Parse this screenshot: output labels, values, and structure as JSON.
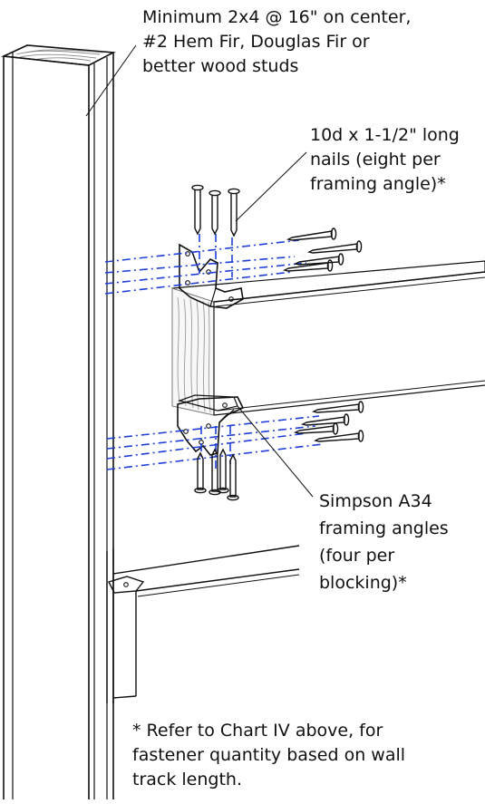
{
  "labels": {
    "studs": {
      "line1": "Minimum 2x4 @ 16\" on center,",
      "line2": "#2 Hem Fir, Douglas Fir or",
      "line3": "better wood studs"
    },
    "nails": {
      "line1": "10d x 1-1/2\" long",
      "line2": "nails (eight per",
      "line3": "framing angle)*"
    },
    "angles": {
      "line1": "Simpson A34",
      "line2": "framing angles",
      "line3": "(four per",
      "line4": "blocking)*"
    },
    "note": {
      "line1": "* Refer to Chart IV above, for",
      "line2": "fastener quantity based on wall",
      "line3": "track length."
    }
  },
  "colors": {
    "line": "#111111",
    "centerline": "#1f3fd8",
    "wood_grain": "#9a9a9a",
    "background": "#ffffff"
  }
}
